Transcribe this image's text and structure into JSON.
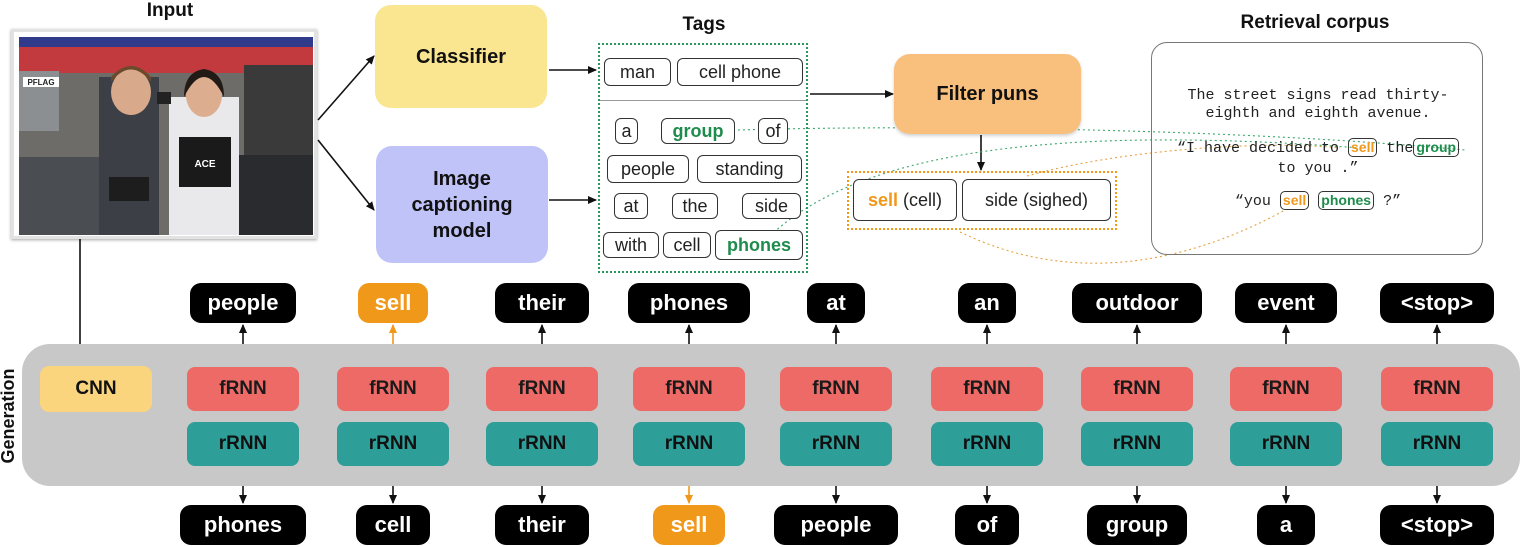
{
  "titles": {
    "input": "Input",
    "tags": "Tags",
    "retrieval": "Retrieval corpus",
    "generation": "Generation"
  },
  "modules": {
    "classifier": "Classifier",
    "captioning": "Image captioning model",
    "filter": "Filter puns",
    "cnn": "CNN"
  },
  "image_text": {
    "banner": "PFLAG",
    "shirt": "ACE"
  },
  "tags": {
    "classifier_tags": [
      "man",
      "cell phone"
    ],
    "caption_tags": [
      "a",
      "group",
      "of",
      "people",
      "standing",
      "at",
      "the",
      "side",
      "with",
      "cell",
      "phones"
    ]
  },
  "puns": {
    "pun1_word": "sell",
    "pun1_src": "(cell)",
    "pun2": "side (sighed)"
  },
  "corpus": {
    "s1": "The street signs read thirty-eighth and eighth avenue.",
    "s2_pre": "“I have decided to",
    "s2_w1": "sell",
    "s2_mid": "the",
    "s2_w2": "group",
    "s2_post": "to you .”",
    "s3_pre": "“you",
    "s3_w1": "sell",
    "s3_w2": "phones",
    "s3_post": "?”"
  },
  "generation": {
    "frnn_label": "fRNN",
    "rrnn_label": "rRNN",
    "top_words": [
      "people",
      "sell",
      "their",
      "phones",
      "at",
      "an",
      "outdoor",
      "event",
      "<stop>"
    ],
    "bottom_words": [
      "phones",
      "cell",
      "their",
      "sell",
      "people",
      "of",
      "group",
      "a",
      "<stop>"
    ],
    "top_highlight_index": 1,
    "bottom_highlight_index": 3
  },
  "colors": {
    "classifier": "#fae590",
    "captioning": "#c0c3f7",
    "filter": "#f9c07d",
    "cnn": "#fbd57d",
    "frnn": "#ee6a66",
    "rrnn": "#2e9e98",
    "pun_orange": "#f0981a",
    "tag_green": "#1e8c4c",
    "generation_band": "#c8c8c8"
  }
}
